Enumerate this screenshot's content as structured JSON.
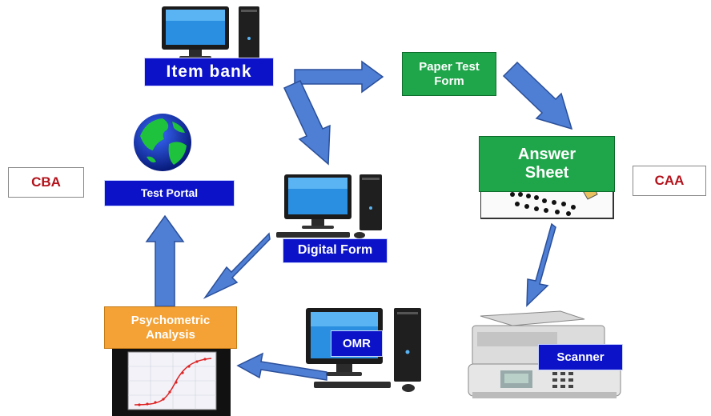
{
  "labels": {
    "item_bank": "Item bank",
    "paper_test_form": "Paper Test Form",
    "answer_sheet": "Answer Sheet",
    "caa": "CAA",
    "cba": "CBA",
    "test_portal": "Test Portal",
    "digital_form": "Digital Form",
    "psychometric_analysis": "Psychometric Analysis",
    "omr": "OMR",
    "scanner": "Scanner"
  },
  "colors": {
    "arrow_fill": "#4f7fd4",
    "arrow_stroke": "#2a4f9a",
    "label_blue": "#0b12c8",
    "label_green": "#1fa64a",
    "label_orange": "#f4a236",
    "text_red": "#b3121b"
  },
  "icons": [
    "desktop-computer-icon",
    "globe-icon",
    "answer-sheet-icon",
    "scanner-icon",
    "curve-plot-icon"
  ]
}
